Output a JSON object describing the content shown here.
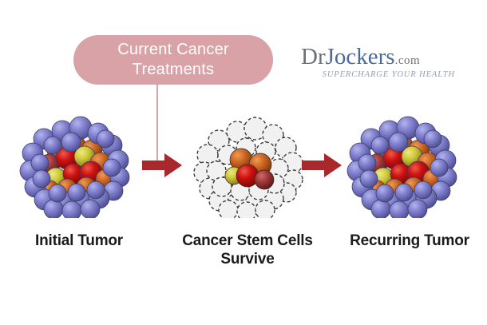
{
  "banner": {
    "line1": "Current Cancer",
    "line2": "Treatments",
    "color": "#d9a2a7",
    "text_color": "#ffffff"
  },
  "logo": {
    "part_dr": "Dr",
    "part_jockers": "Jockers",
    "part_domain": ".com",
    "tagline": "SUPERCHARGE YOUR HEALTH",
    "color_dr": "#6d7075",
    "color_jockers": "#4a6b9a",
    "color_tagline": "#8aa2c2"
  },
  "stages": [
    {
      "caption": "Initial Tumor",
      "type": "solid-tumor",
      "outer_cell_color": "#7b7bc8",
      "core_colors": [
        "#cc1111",
        "#cfc93a",
        "#cc6622",
        "#a33a3a"
      ]
    },
    {
      "caption_line1": "Cancer Stem Cells",
      "caption_line2": "Survive",
      "caption": "Cancer Stem Cells Survive",
      "type": "ghost-tumor",
      "ghost_cell_color": "#f0f0f0",
      "ghost_outline_color": "#3b3b3b",
      "core_colors": [
        "#cc5511",
        "#cc1111",
        "#cfc93a",
        "#a33a3a"
      ]
    },
    {
      "caption": "Recurring Tumor",
      "type": "solid-tumor",
      "outer_cell_color": "#7b7bc8",
      "core_colors": [
        "#cc1111",
        "#cfc93a",
        "#cc6622",
        "#a33a3a"
      ]
    }
  ],
  "arrows": [
    {
      "name": "arrow-1",
      "direction": "right",
      "color": "#a8282c"
    },
    {
      "name": "arrow-2",
      "direction": "right",
      "color": "#a8282c"
    }
  ],
  "connector": {
    "color": "#d9a2a7"
  }
}
